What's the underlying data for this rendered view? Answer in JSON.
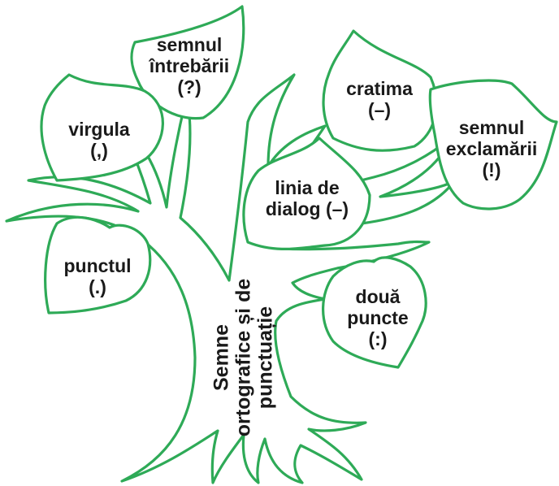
{
  "colors": {
    "outline": "#2eaa57",
    "text": "#1a1a1a",
    "background": "#ffffff"
  },
  "trunk": {
    "lines": [
      "Semne",
      "ortografice și de",
      "punctuație"
    ]
  },
  "leaves": [
    {
      "id": "semnul-intrebarii",
      "lines": [
        "semnul",
        "întrebării",
        "(?)"
      ]
    },
    {
      "id": "virgula",
      "lines": [
        "virgula",
        "(,)"
      ]
    },
    {
      "id": "cratima",
      "lines": [
        "cratima",
        "(–)"
      ]
    },
    {
      "id": "semnul-exclamarii",
      "lines": [
        "semnul",
        "exclamării",
        "(!)"
      ]
    },
    {
      "id": "linia-de-dialog",
      "lines": [
        "linia de",
        "dialog (–)"
      ]
    },
    {
      "id": "punctul",
      "lines": [
        "punctul",
        "(.)"
      ]
    },
    {
      "id": "doua-puncte",
      "lines": [
        "două",
        "puncte",
        "(:)"
      ]
    }
  ]
}
